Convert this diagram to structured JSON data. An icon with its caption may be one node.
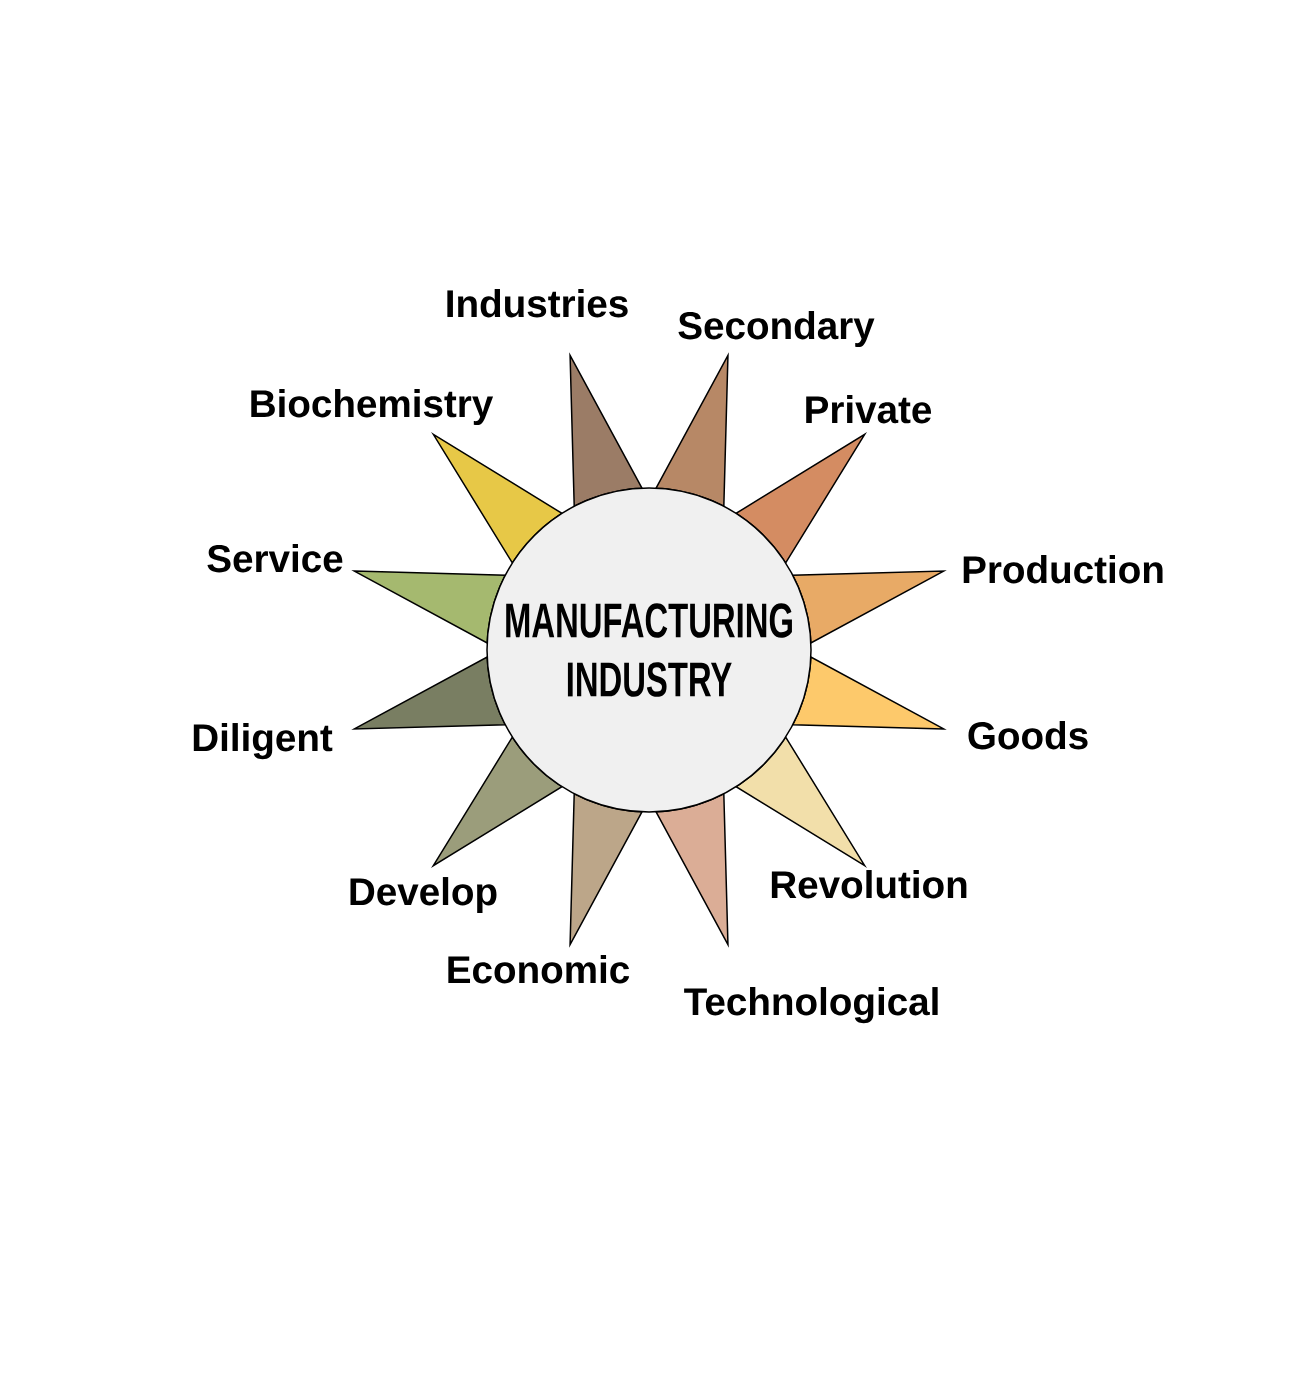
{
  "diagram": {
    "nodes": [
      {
        "text": [
          "MANUFACTURING INDUSTRY"
        ]
      },
      {
        "text": [],
        "shape": "triangle",
        "beside": [
          "Industries"
        ]
      },
      {
        "text": [],
        "shape": "triangle",
        "beside": [
          "Secondary"
        ]
      },
      {
        "text": [],
        "shape": "triangle",
        "beside": [
          "Private"
        ]
      },
      {
        "text": [],
        "shape": "triangle",
        "beside": [
          "Production"
        ]
      },
      {
        "text": [],
        "shape": "triangle",
        "beside": [
          "Goods"
        ]
      },
      {
        "text": [],
        "shape": "triangle",
        "beside": [
          "Revolution"
        ]
      },
      {
        "text": [],
        "shape": "triangle",
        "beside": [
          "Technological"
        ]
      },
      {
        "text": [],
        "shape": "triangle",
        "beside": [
          "Economic"
        ]
      },
      {
        "text": [],
        "shape": "triangle",
        "beside": [
          "Develop"
        ]
      },
      {
        "text": [],
        "shape": "triangle",
        "beside": [
          "Diligent"
        ]
      },
      {
        "text": [],
        "shape": "triangle",
        "beside": [
          "Service"
        ]
      },
      {
        "text": [],
        "shape": "triangle",
        "beside": [
          "Biochemistry"
        ]
      }
    ]
  }
}
